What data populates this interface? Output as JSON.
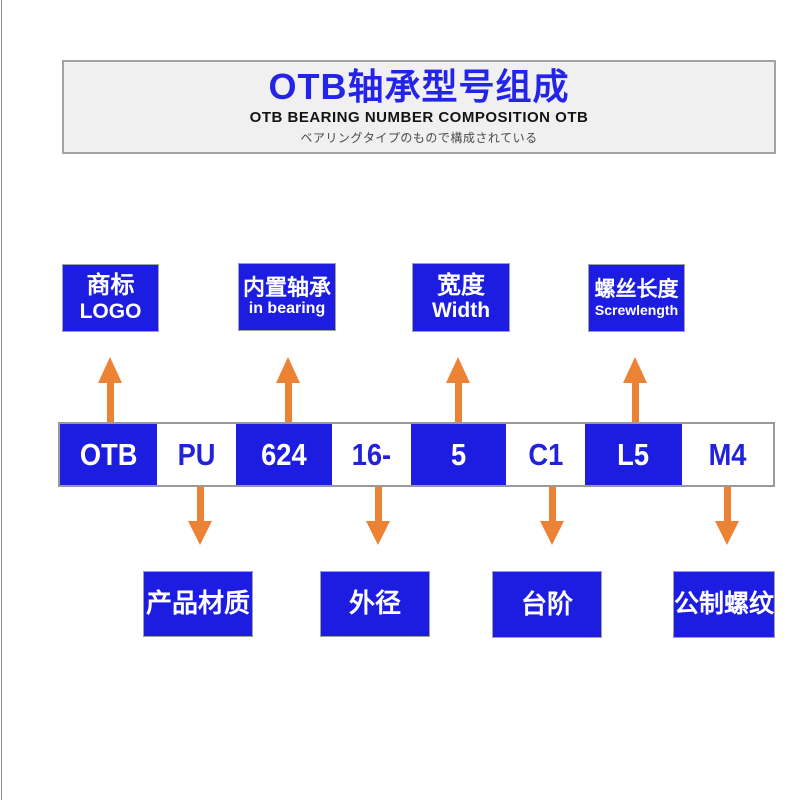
{
  "header": {
    "title": "OTB轴承型号组成",
    "subtitle_en": "OTB BEARING NUMBER COMPOSITION OTB",
    "subtitle_jp": "ベアリングタイプのもので構成されている"
  },
  "colors": {
    "box_blue": "#1d1de2",
    "title_blue": "#2424e8",
    "arrow_orange": "#ec8234",
    "header_bg": "#f0f0f0",
    "border_gray": "#9a9a9a"
  },
  "row": {
    "cells": [
      {
        "text": "OTB",
        "style": "blue"
      },
      {
        "text": "PU",
        "style": "white"
      },
      {
        "text": "624",
        "style": "blue"
      },
      {
        "text": "16-",
        "style": "white"
      },
      {
        "text": "5",
        "style": "blue"
      },
      {
        "text": "C1",
        "style": "white"
      },
      {
        "text": "L5",
        "style": "blue"
      },
      {
        "text": "M4",
        "style": "white"
      }
    ]
  },
  "top_labels": [
    {
      "cn": "商标",
      "en": "LOGO"
    },
    {
      "cn": "内置轴承",
      "en": "in bearing"
    },
    {
      "cn": "宽度",
      "en": "Width"
    },
    {
      "cn": "螺丝长度",
      "en": "Screwlength"
    }
  ],
  "bottom_labels": [
    {
      "cn": "产品材质"
    },
    {
      "cn": "外径"
    },
    {
      "cn": "台阶"
    },
    {
      "cn": "公制螺纹"
    }
  ]
}
